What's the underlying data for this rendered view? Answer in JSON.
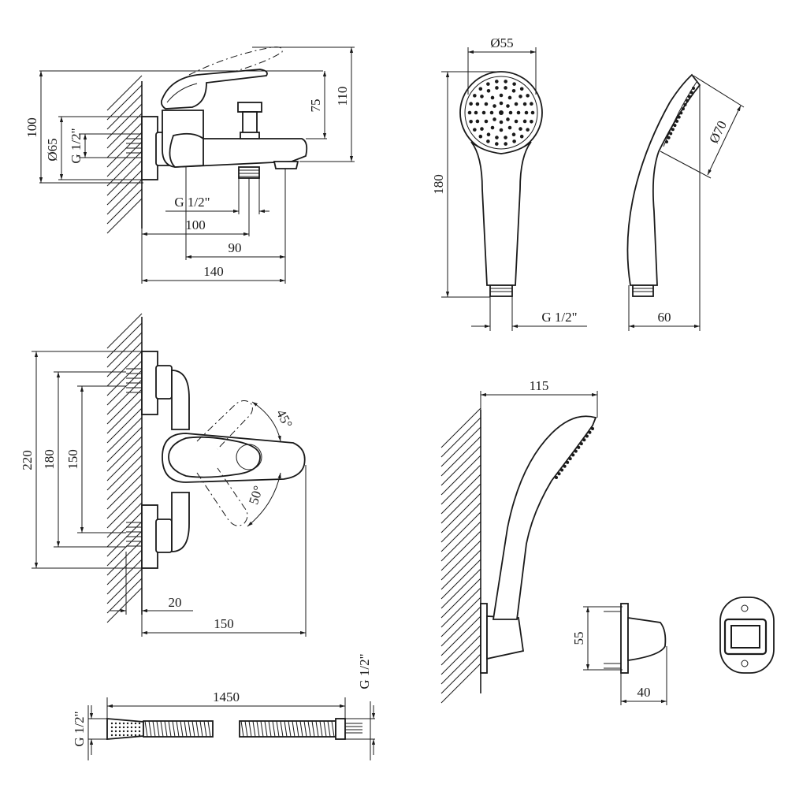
{
  "diagram": {
    "mixer_side": {
      "height_100": "100",
      "diameter_65": "Ø65",
      "thread_inlet": "G 1/2\"",
      "height_75": "75",
      "height_110": "110",
      "thread_outlet": "G 1/2\"",
      "length_100": "100",
      "length_90": "90",
      "length_140": "140"
    },
    "handshower_front": {
      "diameter_55": "Ø55",
      "height_180": "180",
      "thread": "G 1/2\""
    },
    "handshower_side": {
      "diameter_70": "Ø70",
      "width_60": "60"
    },
    "mixer_top": {
      "spacing_220": "220",
      "spacing_180": "180",
      "spacing_150": "150",
      "angle_45": "45°",
      "angle_50": "50°",
      "offset_20": "20",
      "depth_150": "150"
    },
    "wall_mount": {
      "projection_115": "115",
      "holder_height_55": "55",
      "holder_depth_40": "40"
    },
    "hose": {
      "length_1450": "1450",
      "thread_left": "G 1/2\"",
      "thread_right": "G 1/2\""
    }
  }
}
